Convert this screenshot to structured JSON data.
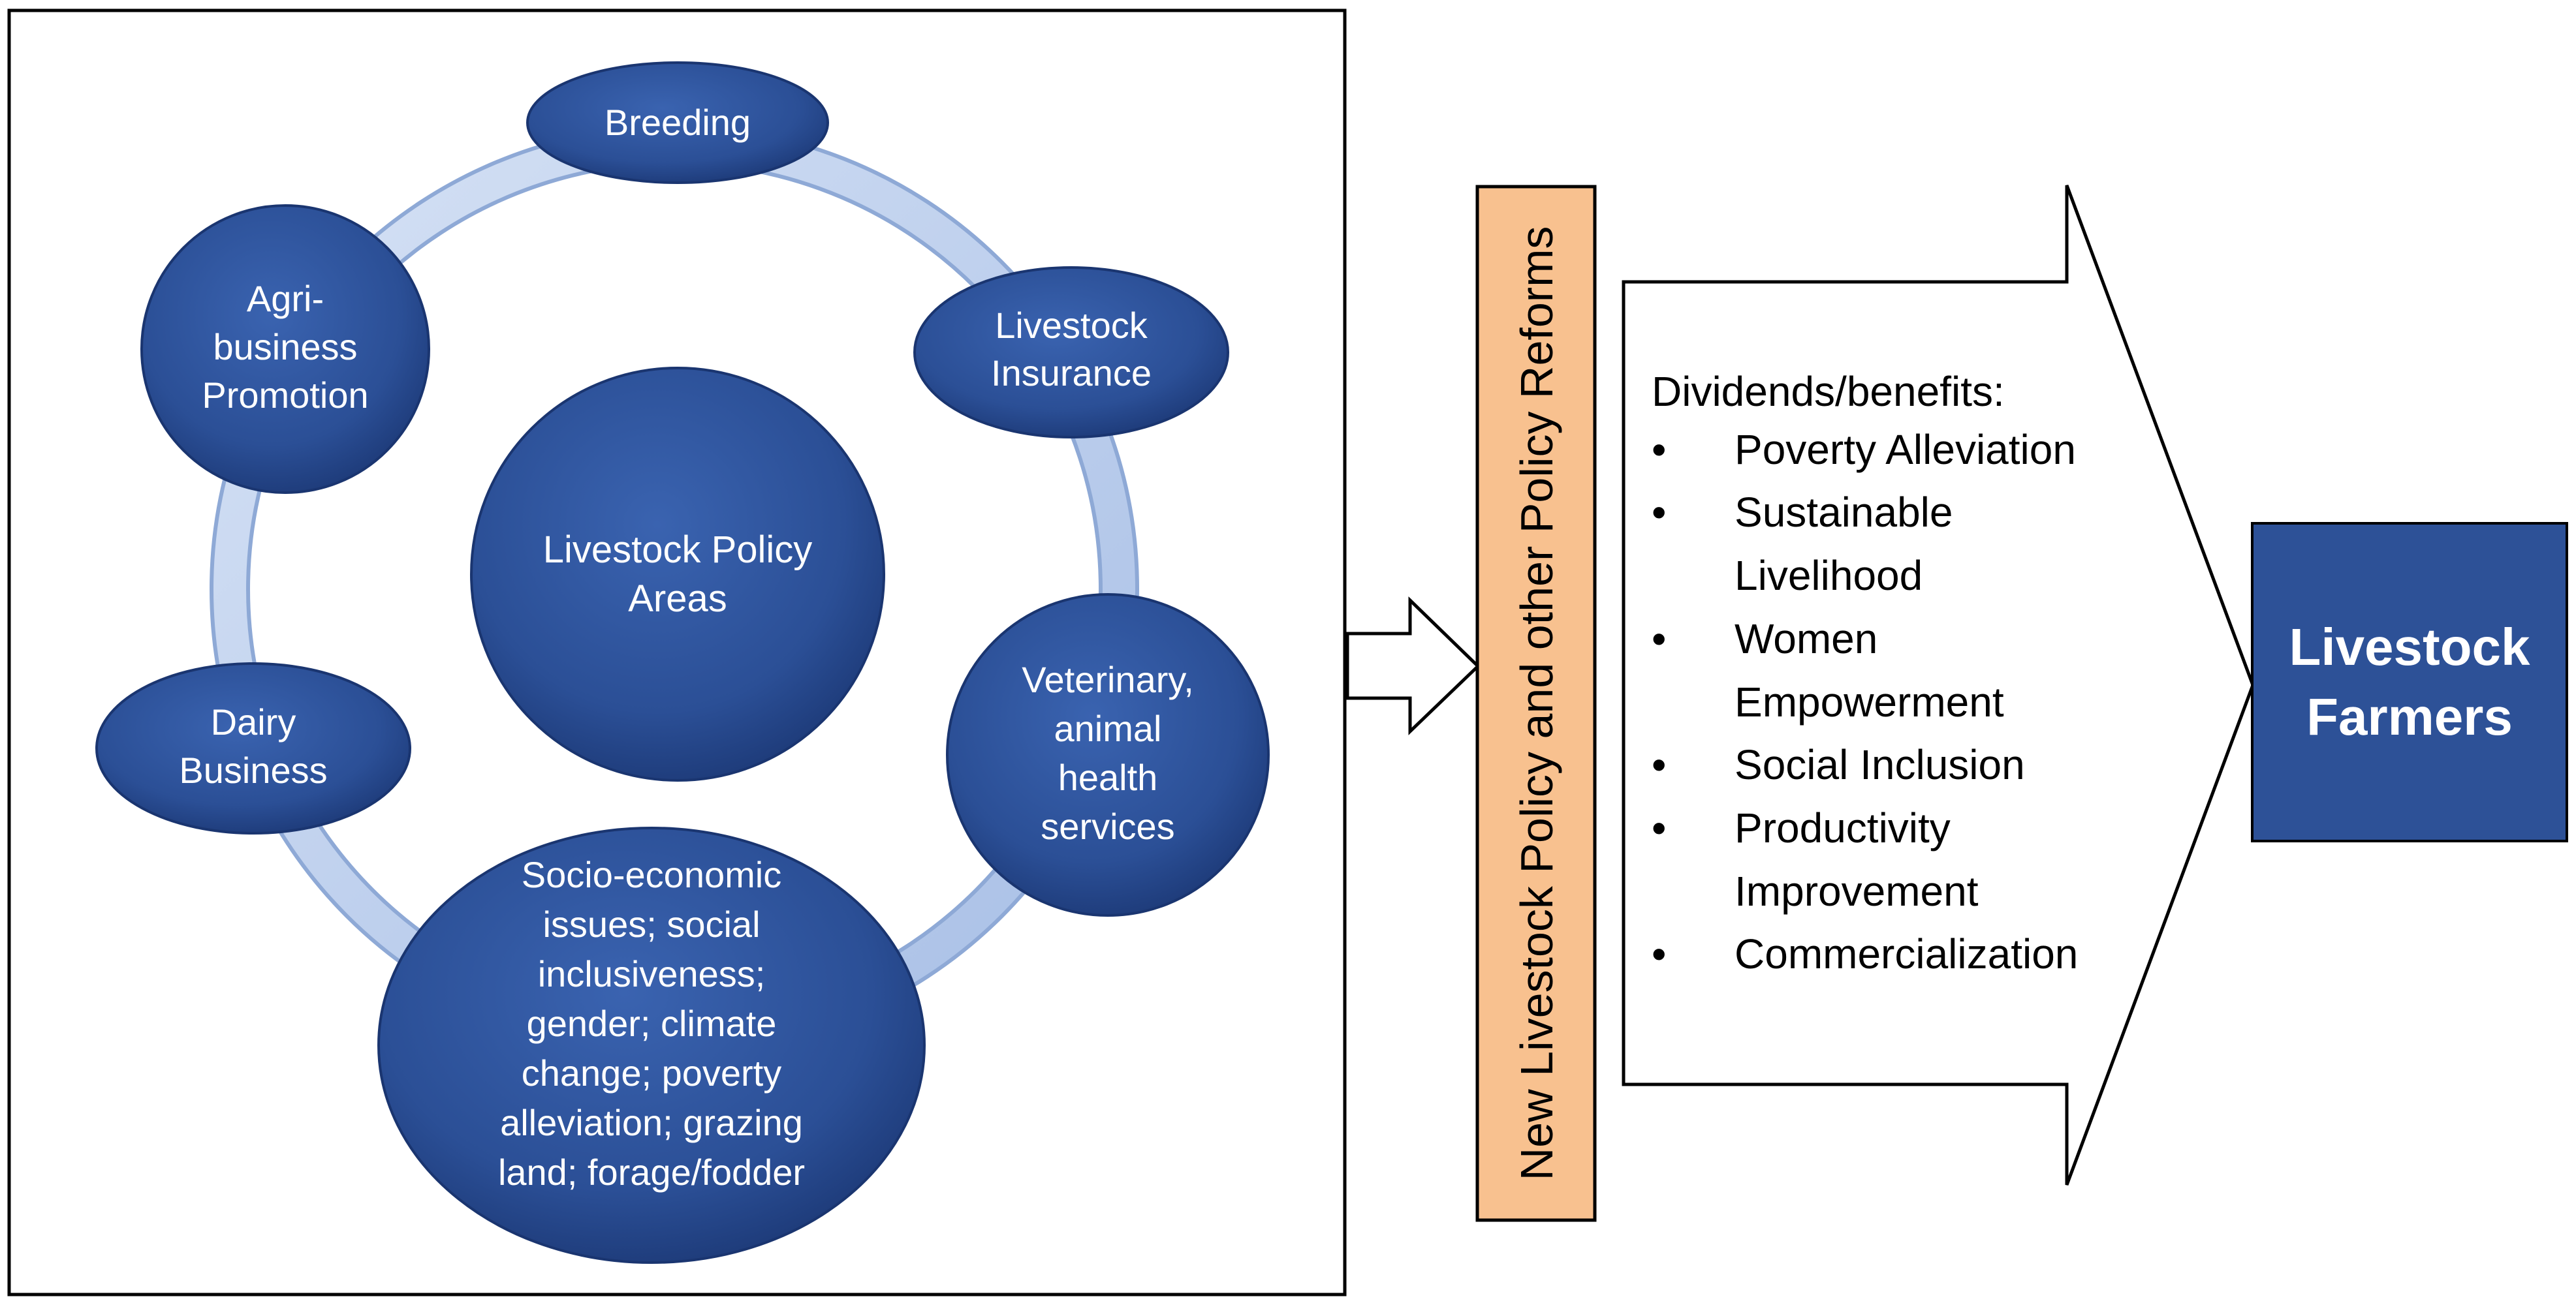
{
  "policy_areas": {
    "center": [
      "Livestock Policy",
      "Areas"
    ],
    "nodes": {
      "breeding": [
        "Breeding"
      ],
      "insurance": [
        "Livestock",
        "Insurance"
      ],
      "agribusiness": [
        "Agri-",
        "business",
        "Promotion"
      ],
      "dairy": [
        "Dairy",
        "Business"
      ],
      "veterinary": [
        "Veterinary,",
        "animal",
        "health",
        "services"
      ],
      "socio": [
        "Socio-economic",
        "issues; social",
        "inclusiveness;",
        "gender; climate",
        "change; poverty",
        "alleviation; grazing",
        "land; forage/fodder"
      ]
    }
  },
  "policy_reforms": {
    "label": "New Livestock Policy and other Policy Reforms"
  },
  "benefits": {
    "heading": "Dividends/benefits:",
    "bullet_char": "•",
    "items": [
      [
        "Poverty Alleviation"
      ],
      [
        "Sustainable",
        "Livelihood"
      ],
      [
        "Women",
        "Empowerment"
      ],
      [
        "Social Inclusion"
      ],
      [
        "Productivity",
        "Improvement"
      ],
      [
        "Commercialization"
      ]
    ]
  },
  "target": {
    "label": [
      "Livestock",
      "Farmers"
    ]
  },
  "colors": {
    "node_fill": "#2b4f96",
    "node_dark": "#1a3570",
    "ring": "#b8cceb",
    "policy_fill": "#f8c18f",
    "target_fill": "#2d5197"
  }
}
